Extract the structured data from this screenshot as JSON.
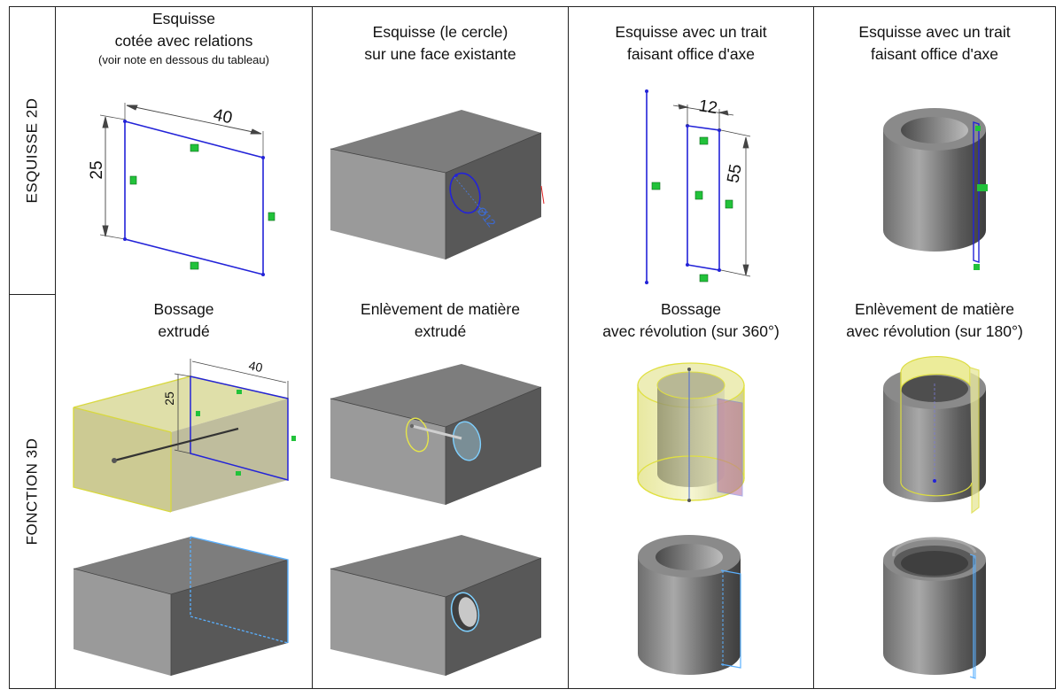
{
  "row_labels": [
    "ESQUISSE 2D",
    "FONCTION 3D"
  ],
  "sketch_headers": [
    {
      "lines": [
        "Esquisse",
        "cotée avec relations"
      ],
      "note": "(voir note en dessous du tableau)"
    },
    {
      "lines": [
        "Esquisse (le cercle)",
        "sur une face existante"
      ]
    },
    {
      "lines": [
        "Esquisse avec un trait",
        "faisant office d'axe"
      ]
    },
    {
      "lines": [
        "Esquisse avec un trait",
        "faisant office d'axe"
      ]
    }
  ],
  "feature_headers": [
    {
      "lines": [
        "Bossage",
        "extrudé"
      ]
    },
    {
      "lines": [
        "Enlèvement de matière",
        "extrudé"
      ]
    },
    {
      "lines": [
        "Bossage",
        "avec révolution (sur 360°)"
      ]
    },
    {
      "lines": [
        "Enlèvement de matière",
        "avec révolution (sur 180°)"
      ]
    }
  ],
  "dimensions": {
    "rect_width": "40",
    "rect_height": "25",
    "circle_diameter": "Ø12",
    "axis_offset": "12",
    "axis_height": "55",
    "boss_width": "40",
    "boss_height": "25"
  },
  "colors": {
    "sketch_line": "#2323d8",
    "relation_marker": "#22c23a",
    "solid_top": "#7d7d7d",
    "solid_front": "#9a9a9a",
    "solid_side": "#585858",
    "preview_yellow": "#e8e85a",
    "edge_highlight": "#3fa2ff"
  }
}
